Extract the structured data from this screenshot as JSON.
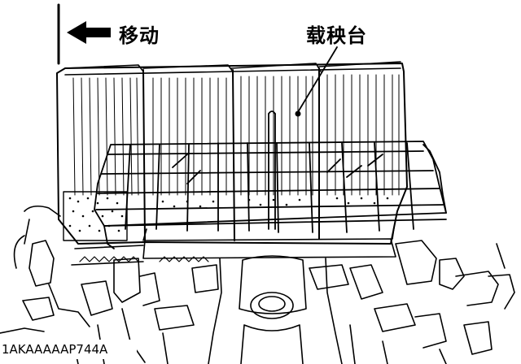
{
  "labels": {
    "move": "移动",
    "tray": "载秧台",
    "figure_code": "1AKAAAAAP744A"
  },
  "colors": {
    "line": "#000000",
    "background": "#ffffff"
  }
}
